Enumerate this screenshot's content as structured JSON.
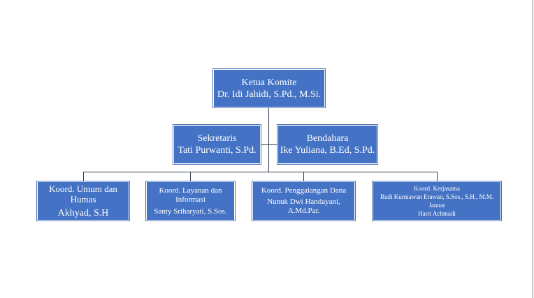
{
  "org_chart": {
    "ketua": {
      "title": "Ketua Komite",
      "name": "Dr. Idi Jahidi, S.Pd., M.Si."
    },
    "sekretaris": {
      "title": "Sekretaris",
      "name": "Tati Purwanti, S.Pd."
    },
    "bendahara": {
      "title": "Bendahara",
      "name": "Ike Yuliana, B.Ed, S.Pd."
    },
    "koord_umum": {
      "title": "Koord. Umum dan Humas",
      "name": "Akhyad, S.H"
    },
    "koord_layanan": {
      "title": "Koord. Layanan dan Informasi",
      "name": "Santy Sriharyati, S.Sos."
    },
    "koord_penggalangan": {
      "title": "Koord. Penggalangan Dana",
      "name": "Nunuk Dwi Handayani, A.Md.Par."
    },
    "koord_kerjasama": {
      "title": "Koord. Kerjasama",
      "names": [
        "Rudi Kurniawan Erawan, S.Sos., S.H., M.M.",
        "Januar",
        "Harri Achmadi"
      ]
    }
  },
  "colors": {
    "box_fill": "#4472c4",
    "box_text": "#ffffff",
    "connector": "#2f3f55"
  }
}
